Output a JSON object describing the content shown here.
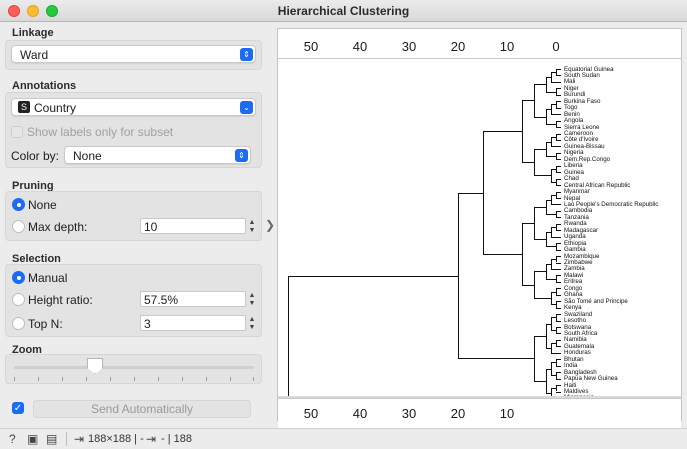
{
  "window": {
    "title": "Hierarchical Clustering"
  },
  "linkage": {
    "label": "Linkage",
    "value": "Ward"
  },
  "annotations": {
    "label": "Annotations",
    "value": "Country",
    "value_badge": "S",
    "subset_label": "Show labels only for subset",
    "color_label": "Color by:",
    "color_value": "None"
  },
  "pruning": {
    "label": "Pruning",
    "none_label": "None",
    "maxdepth_label": "Max depth:",
    "maxdepth_value": "10"
  },
  "selection": {
    "label": "Selection",
    "manual_label": "Manual",
    "height_label": "Height ratio:",
    "height_value": "57.5%",
    "topn_label": "Top N:",
    "topn_value": "3"
  },
  "zoom": {
    "label": "Zoom",
    "level": 0.34
  },
  "send": {
    "label": "Send Automatically",
    "checked": true
  },
  "axis": {
    "ticks": [
      "50",
      "40",
      "30",
      "20",
      "10",
      "0"
    ],
    "bottom_ticks": [
      "50",
      "40",
      "30",
      "20",
      "10"
    ]
  },
  "leaves": [
    "Equatorial Guinea",
    "South Sudan",
    "Mali",
    "Niger",
    "Burundi",
    "Burkina Faso",
    "Togo",
    "Benin",
    "Angola",
    "Sierra Leone",
    "Cameroon",
    "Côte d'Ivoire",
    "Guinea-Bissau",
    "Nigeria",
    "Dem.Rep.Congo",
    "Liberia",
    "Guinea",
    "Chad",
    "Central African Republic",
    "Myanmar",
    "Nepal",
    "Lao People's Democratic Republic",
    "Cambodia",
    "Tanzania",
    "Rwanda",
    "Madagascar",
    "Uganda",
    "Ethiopia",
    "Gambia",
    "Mozambique",
    "Zimbabwe",
    "Zambia",
    "Malawi",
    "Eritrea",
    "Congo",
    "Ghana",
    "São Tomé and Principe",
    "Kenya",
    "Swaziland",
    "Lesotho",
    "Botswana",
    "South Africa",
    "Namibia",
    "Guatemala",
    "Honduras",
    "Bhutan",
    "India",
    "Bangladesh",
    "Papua New Guinea",
    "Haiti",
    "Maldives",
    "Micronesia"
  ],
  "status": {
    "input_summary": "188×188 | -",
    "output_summary": "- | 188"
  }
}
